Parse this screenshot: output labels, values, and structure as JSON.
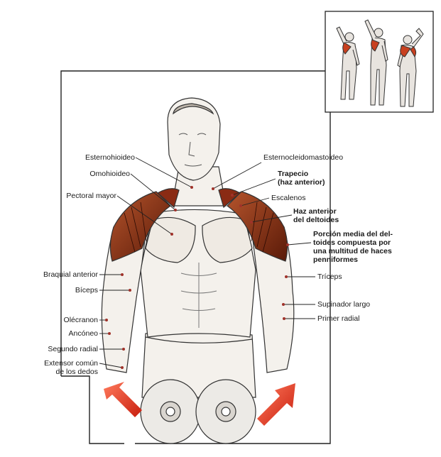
{
  "labels": {
    "left": {
      "esternohioideo": "Esternohioideo",
      "omohioideo": "Omohioideo",
      "pectoral_mayor": "Pectoral mayor",
      "braquial_anterior": "Braquial anterior",
      "biceps": "Bíceps",
      "olecranon": "Olécranon",
      "anconeo": "Ancóneo",
      "segundo_radial": "Segundo radial",
      "extensor_comun": "Extensor común\nde los dedos"
    },
    "right": {
      "esternocleidomastoideo": "Esternocleidomastoideo",
      "trapecio": "Trapecio\n(haz anterior)",
      "escalenos": "Escalenos",
      "haz_anterior_deltoides": "Haz anterior\ndel deltoides",
      "porcion_media": "Porción media del del-\ntoides compuesta por\nuna multitud de haces\npenniformes",
      "triceps": "Tríceps",
      "supinador_largo": "Supinador largo",
      "primer_radial": "Primer radial"
    }
  },
  "colors": {
    "muscle_highlight": "#8a2b14",
    "muscle_dark": "#4a1608",
    "arrow": "#e0301e",
    "line": "#222222",
    "skin": "#f4f1ec"
  },
  "icons": {
    "thumbnail": "three-figures-exercise-sequence",
    "arrows": "upward-motion-arrow"
  }
}
